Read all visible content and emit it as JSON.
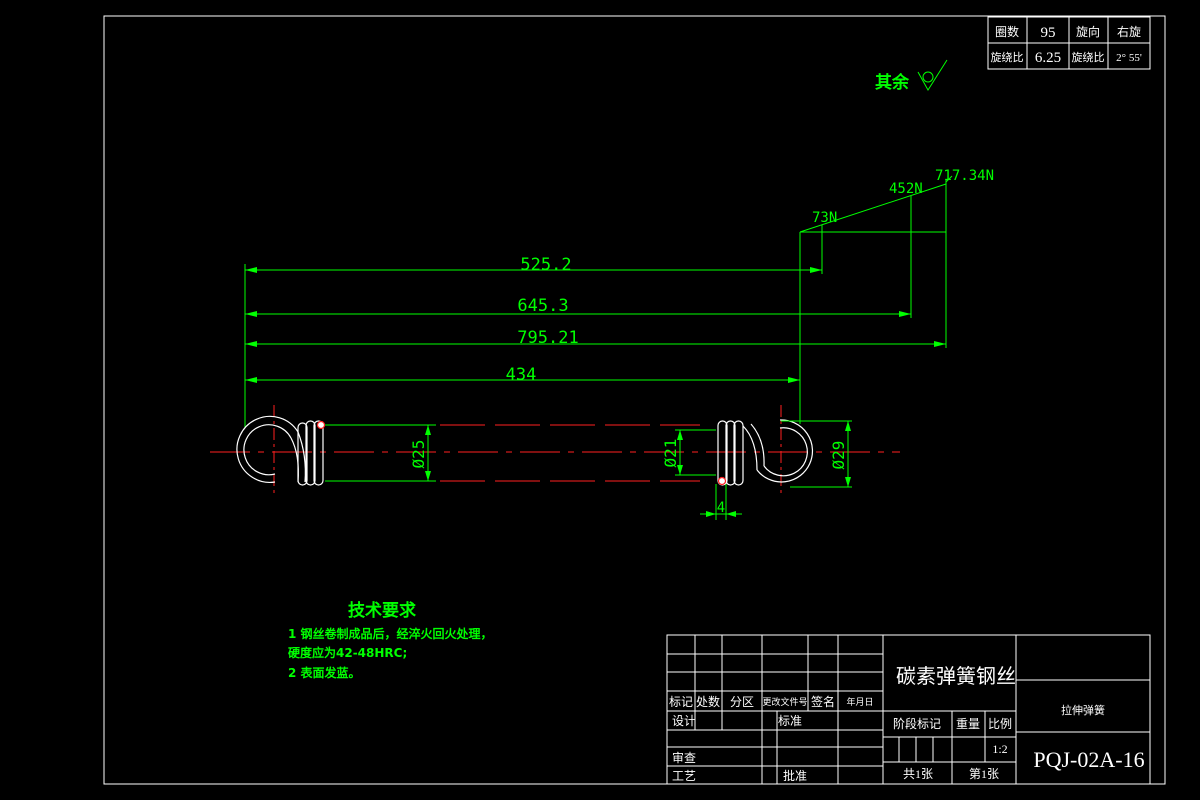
{
  "params_table": {
    "coils_label": "圈数",
    "coils_value": "95",
    "direction_label": "旋向",
    "direction_value": "右旋",
    "spring_index_label": "旋绕比",
    "spring_index_value": "6.25",
    "helix_label": "旋绕比",
    "helix_value": "2° 55'"
  },
  "roughness_note": "其余",
  "forces": {
    "f1": "73N",
    "f2": "452N",
    "f3": "717.34N"
  },
  "dimensions": {
    "len1": "525.2",
    "len2": "645.3",
    "len3": "795.21",
    "len_free": "434",
    "dia_mid": "Ø25",
    "dia_inner": "Ø21",
    "dia_hook": "Ø29",
    "wire": "4"
  },
  "tech": {
    "title": "技术要求",
    "line1": "1 钢丝卷制成品后，经淬火回火处理，",
    "line2": "硬度应为42-48HRC;",
    "line3": "2 表面发蓝。"
  },
  "title_block": {
    "material": "碳素弹簧钢丝",
    "part_name": "拉伸弹簧",
    "drawing_no": "PQJ-02A-16",
    "mark": "标记",
    "count": "处数",
    "zone": "分区",
    "change_doc": "更改文件号",
    "signature": "签名",
    "date": "年月日",
    "design": "设计",
    "standard": "标准",
    "review": "审查",
    "process": "工艺",
    "approve": "批准",
    "stage_mark": "阶段标记",
    "weight": "重量",
    "scale_label": "比例",
    "scale_value": "1:2",
    "total_sheets": "共1张",
    "sheet_no": "第1张"
  }
}
